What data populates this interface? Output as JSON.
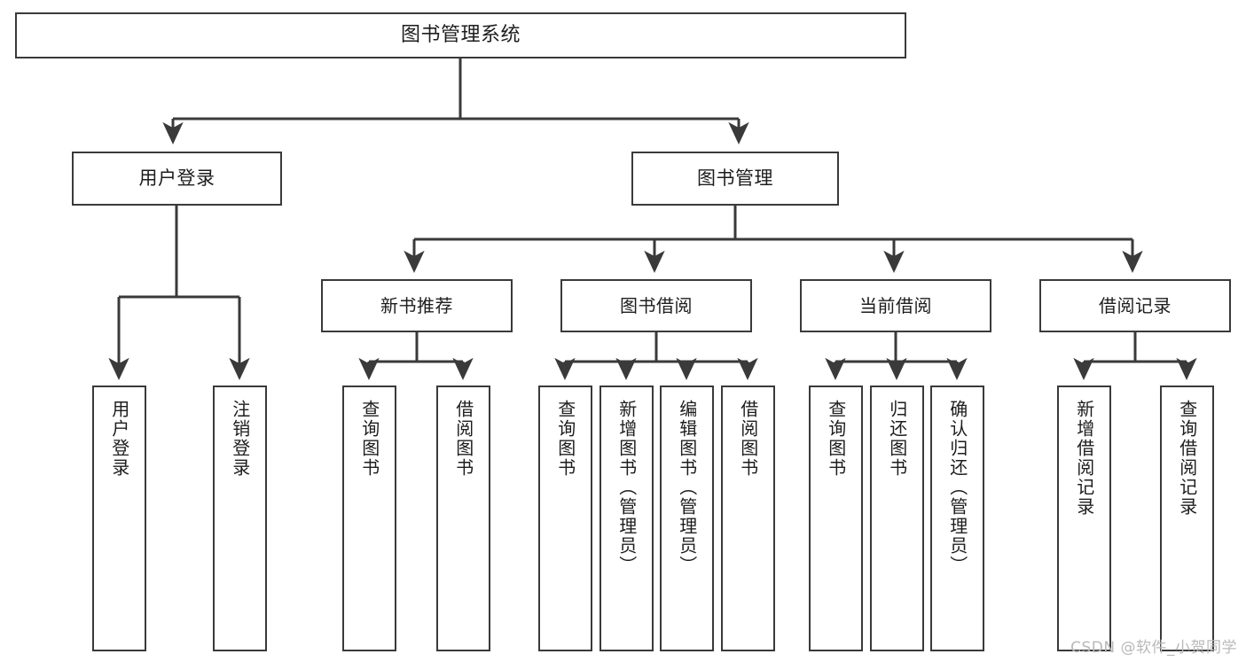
{
  "diagram": {
    "title": "图书管理系统",
    "type": "function-structure-tree",
    "root": {
      "id": "root",
      "label": "图书管理系统"
    },
    "level1": [
      {
        "id": "user-login",
        "label": "用户登录"
      },
      {
        "id": "book-manage",
        "label": "图书管理"
      }
    ],
    "level2": [
      {
        "id": "new-book-recommend",
        "label": "新书推荐",
        "parent": "book-manage"
      },
      {
        "id": "book-borrow",
        "label": "图书借阅",
        "parent": "book-manage"
      },
      {
        "id": "current-borrow",
        "label": "当前借阅",
        "parent": "book-manage"
      },
      {
        "id": "borrow-record",
        "label": "借阅记录",
        "parent": "book-manage"
      }
    ],
    "leaves": {
      "user-login": [
        {
          "id": "leaf-user-login",
          "label": "用户登录"
        },
        {
          "id": "leaf-user-logout",
          "label": "注销登录"
        }
      ],
      "new-book-recommend": [
        {
          "id": "leaf-query-book-1",
          "label": "查询图书"
        },
        {
          "id": "leaf-borrow-book-1",
          "label": "借阅图书"
        }
      ],
      "book-borrow": [
        {
          "id": "leaf-query-book-2",
          "label": "查询图书"
        },
        {
          "id": "leaf-add-book",
          "label": "新增图书（管理员）"
        },
        {
          "id": "leaf-edit-book",
          "label": "编辑图书（管理员）"
        },
        {
          "id": "leaf-borrow-book-2",
          "label": "借阅图书"
        }
      ],
      "current-borrow": [
        {
          "id": "leaf-query-book-3",
          "label": "查询图书"
        },
        {
          "id": "leaf-return-book",
          "label": "归还图书"
        },
        {
          "id": "leaf-confirm-return",
          "label": "确认归还（管理员）"
        }
      ],
      "borrow-record": [
        {
          "id": "leaf-add-record",
          "label": "新增借阅记录"
        },
        {
          "id": "leaf-query-record",
          "label": "查询借阅记录"
        }
      ]
    }
  },
  "watermark": {
    "text": "CSDN @软件_小贺同学"
  },
  "colors": {
    "stroke": "#3a3a3a",
    "background": "#ffffff",
    "text": "#1d1d1d",
    "watermark": "#b9b9b9"
  }
}
